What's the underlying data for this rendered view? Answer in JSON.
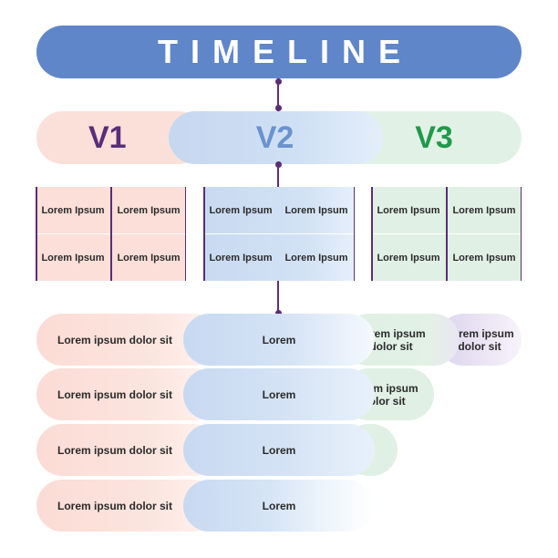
{
  "title": "TIMELINE",
  "versions": [
    "V1",
    "V2",
    "V3"
  ],
  "grids": {
    "v1": [
      "Lorem Ipsum",
      "Lorem Ipsum",
      "Lorem Ipsum",
      "Lorem Ipsum"
    ],
    "v2": [
      "Lorem Ipsum",
      "Lorem Ipsum",
      "Lorem Ipsum",
      "Lorem Ipsum"
    ],
    "v3": [
      "Lorem Ipsum",
      "Lorem Ipsum",
      "Lorem Ipsum",
      "Lorem Ipsum"
    ]
  },
  "rows": [
    {
      "left": "Lorem ipsum dolor sit",
      "middle": "Lorem",
      "green": "Lorem ipsum dolor sit",
      "purple": "Lorem ipsum dolor sit"
    },
    {
      "left": "Lorem ipsum dolor sit",
      "middle": "Lorem",
      "green": "Lorem ipsum dolor sit"
    },
    {
      "left": "Lorem ipsum dolor sit",
      "middle": "Lorem",
      "green": ""
    },
    {
      "left": "Lorem ipsum dolor sit",
      "middle": "Lorem"
    }
  ],
  "colors": {
    "title_bg": "#5f86c9",
    "v1_text": "#5b2d7a",
    "v2_text": "#6a92cd",
    "v3_text": "#1f9a4a",
    "connector": "#5b2d74"
  }
}
